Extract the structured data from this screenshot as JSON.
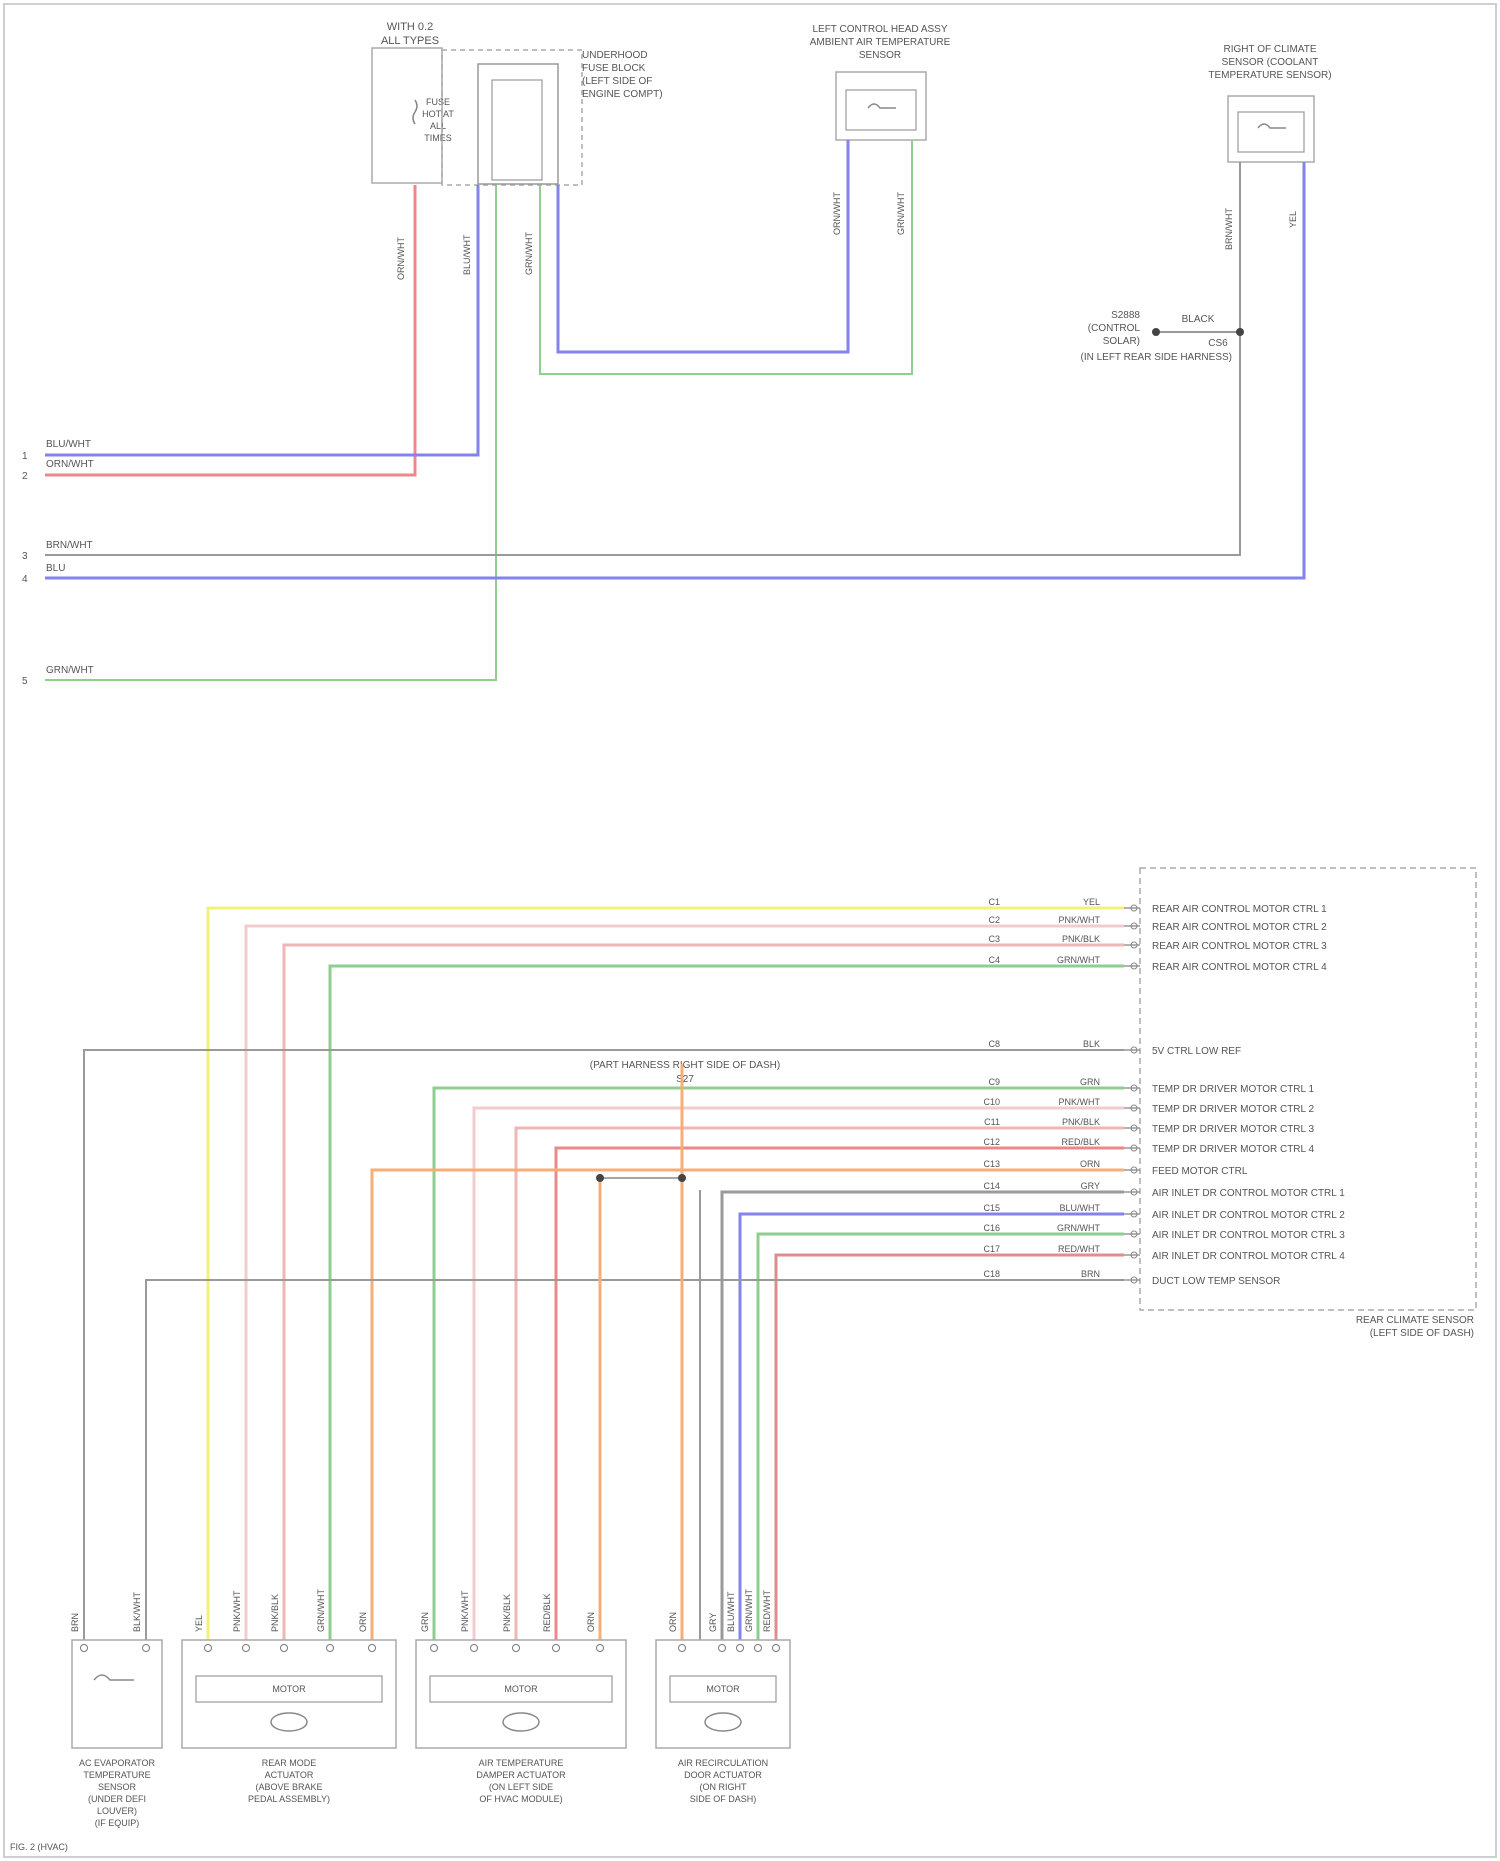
{
  "top": {
    "fuse_box_title": [
      "WITH 0.2",
      "ALL TYPES"
    ],
    "fuse_inner": [
      "FUSE",
      "HOT AT",
      "ALL",
      "TIMES"
    ],
    "junction_box_title": [
      "UNDERHOOD",
      "FUSE BLOCK",
      "(LEFT SIDE OF",
      "ENGINE COMPT)"
    ],
    "left_sensor_title": [
      "LEFT CONTROL HEAD ASSY",
      "AMBIENT AIR TEMPERATURE",
      "SENSOR"
    ],
    "right_sensor_title": [
      "RIGHT OF CLIMATE",
      "SENSOR (COOLANT",
      "TEMPERATURE SENSOR)"
    ],
    "splice_labels": [
      "S2888",
      "(CONTROL",
      "SOLAR)",
      "BLACK",
      "CS6",
      "(IN LEFT REAR SIDE HARNESS)"
    ],
    "wire_codes": [
      "ORN/WHT",
      "BLU/WHT",
      "GRN/WHT",
      "ORN/WHT",
      "GRN/WHT",
      "BRN/WHT",
      "YEL"
    ],
    "bus_labels": [
      "BLU/WHT",
      "ORN/WHT",
      "BRN/WHT",
      "BLU",
      "GRN/WHT"
    ],
    "bus_pins": [
      "1",
      "2",
      "3",
      "4",
      "5"
    ]
  },
  "module": {
    "title": [
      "REAR CLIMATE SENSOR",
      "(LEFT SIDE OF DASH)"
    ],
    "mid_label": [
      "(PART HARNESS RIGHT SIDE OF DASH)",
      "S27"
    ],
    "pins": [
      {
        "cav": "C1",
        "color": "YEL",
        "label": "REAR AIR CONTROL MOTOR CTRL 1"
      },
      {
        "cav": "C2",
        "color": "PNK/WHT",
        "label": "REAR AIR CONTROL MOTOR CTRL 2"
      },
      {
        "cav": "C3",
        "color": "PNK/BLK",
        "label": "REAR AIR CONTROL MOTOR CTRL 3"
      },
      {
        "cav": "C4",
        "color": "GRN/WHT",
        "label": "REAR AIR CONTROL MOTOR CTRL 4"
      },
      {
        "cav": "C8",
        "color": "BLK",
        "label": "5V CTRL LOW REF"
      },
      {
        "cav": "C9",
        "color": "GRN",
        "label": "TEMP DR DRIVER MOTOR CTRL 1"
      },
      {
        "cav": "C10",
        "color": "PNK/WHT",
        "label": "TEMP DR DRIVER MOTOR CTRL 2"
      },
      {
        "cav": "C11",
        "color": "PNK/BLK",
        "label": "TEMP DR DRIVER MOTOR CTRL 3"
      },
      {
        "cav": "C12",
        "color": "RED/BLK",
        "label": "TEMP DR DRIVER MOTOR CTRL 4"
      },
      {
        "cav": "C13",
        "color": "ORN",
        "label": "FEED MOTOR CTRL"
      },
      {
        "cav": "C14",
        "color": "GRY",
        "label": "AIR INLET DR CONTROL MOTOR CTRL 1"
      },
      {
        "cav": "C15",
        "color": "BLU/WHT",
        "label": "AIR INLET DR CONTROL MOTOR CTRL 2"
      },
      {
        "cav": "C16",
        "color": "GRN/WHT",
        "label": "AIR INLET DR CONTROL MOTOR CTRL 3"
      },
      {
        "cav": "C17",
        "color": "RED/WHT",
        "label": "AIR INLET DR CONTROL MOTOR CTRL 4"
      },
      {
        "cav": "C18",
        "color": "BRN",
        "label": "DUCT LOW TEMP SENSOR"
      }
    ]
  },
  "bottom": {
    "components": [
      {
        "title": [
          "AC EVAPORATOR",
          "TEMPERATURE",
          "SENSOR",
          "(UNDER DEFI",
          "LOUVER)",
          "(IF EQUIP)"
        ],
        "pins": [
          "BRN",
          "BLK/WHT"
        ]
      },
      {
        "title": [
          "REAR MODE",
          "ACTUATOR",
          "(ABOVE BRAKE",
          "PEDAL ASSEMBLY)"
        ],
        "pins": [
          "YEL",
          "PNK/WHT",
          "PNK/BLK",
          "GRN/WHT",
          "ORN"
        ]
      },
      {
        "title": [
          "AIR TEMPERATURE",
          "DAMPER ACTUATOR",
          "(ON LEFT SIDE",
          "OF HVAC MODULE)"
        ],
        "pins": [
          "GRN",
          "PNK/WHT",
          "PNK/BLK",
          "RED/BLK",
          "ORN"
        ]
      },
      {
        "title": [
          "AIR RECIRCULATION",
          "DOOR ACTUATOR",
          "(ON RIGHT",
          "SIDE OF DASH)"
        ],
        "pins": [
          "ORN",
          "GRY",
          "BLU/WHT",
          "GRN/WHT",
          "RED/WHT"
        ]
      }
    ],
    "motor_label": "MOTOR"
  },
  "footer": "FIG. 2 (HVAC)",
  "colors": {
    "red": "#ee8888",
    "blue": "#8383ee",
    "green": "#8fce8f",
    "gray": "#9a9a9a",
    "yellow": "#f2f27a",
    "pink": "#efb6b6",
    "lightpink": "#f0cccc",
    "orange": "#f6ae79",
    "brownred": "#dd8e8e"
  }
}
